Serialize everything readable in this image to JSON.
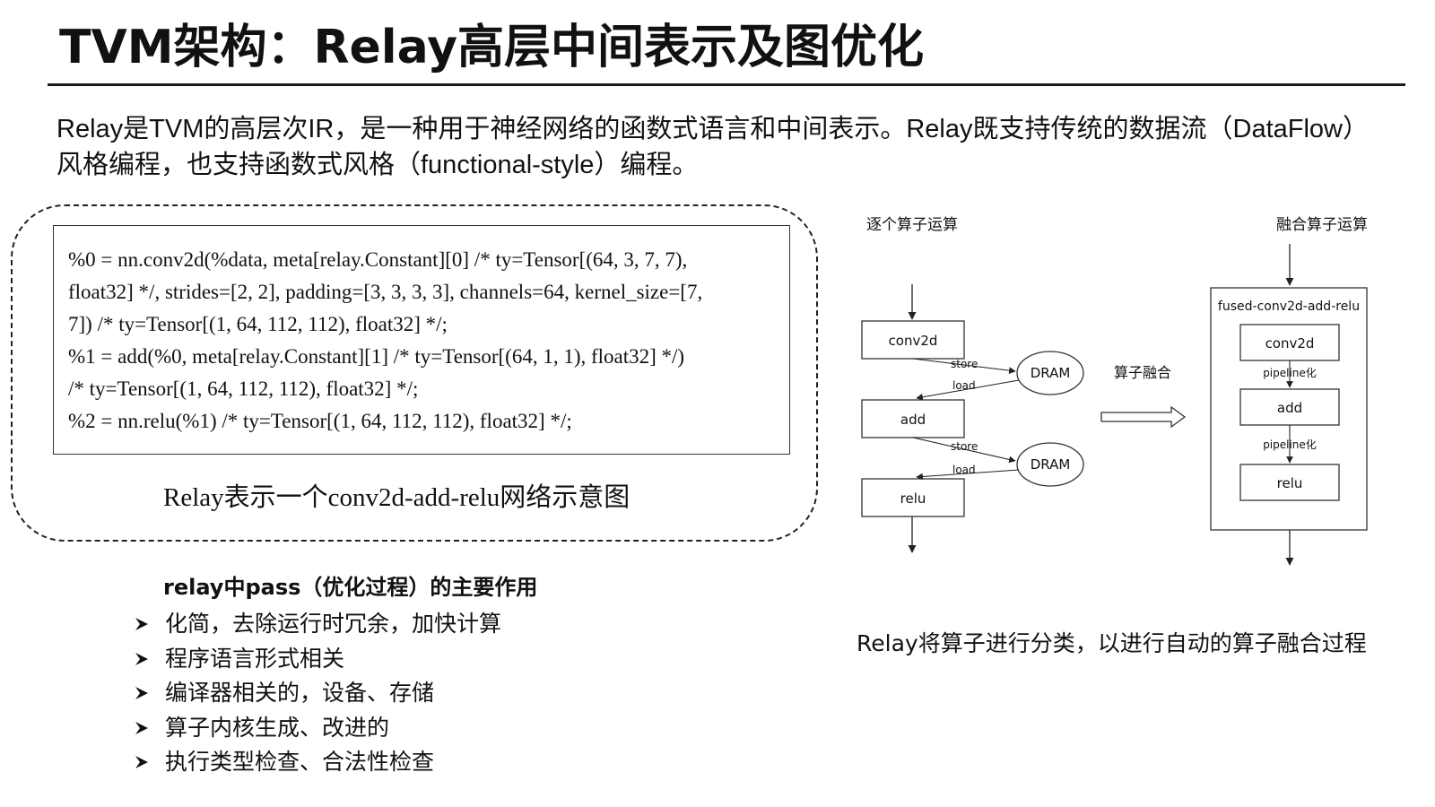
{
  "slide": {
    "title": "TVM架构：Relay高层中间表示及图优化",
    "intro_line1": "Relay是TVM的高层次IR，是一种用于神经网络的函数式语言和中间表示。Relay既支持传统的数据流（DataFlow）",
    "intro_line2": "风格编程，也支持函数式风格（functional-style）编程。"
  },
  "code": {
    "lines": [
      "  %0 = nn.conv2d(%data, meta[relay.Constant][0] /* ty=Tensor[(64, 3, 7, 7),",
      "float32] */, strides=[2, 2], padding=[3, 3, 3, 3], channels=64, kernel_size=[7,",
      "7]) /* ty=Tensor[(1, 64, 112, 112), float32] */;",
      "  %1 = add(%0, meta[relay.Constant][1] /* ty=Tensor[(64, 1, 1), float32] */)",
      "/* ty=Tensor[(1, 64, 112, 112), float32] */;",
      "  %2 = nn.relu(%1) /* ty=Tensor[(1, 64, 112, 112), float32] */;"
    ],
    "caption": "Relay表示一个conv2d-add-relu网络示意图"
  },
  "passes": {
    "heading": "relay中pass（优化过程）的主要作用",
    "items": [
      "化简，去除运行时冗余，加快计算",
      "程序语言形式相关",
      "编译器相关的，设备、存储",
      "算子内核生成、改进的",
      "执行类型检查、合法性检查"
    ]
  },
  "diagram": {
    "left_title": "逐个算子运算",
    "right_title": "融合算子运算",
    "fusion_label": "算子融合",
    "fused_name": "fused-conv2d-add-relu",
    "ops": [
      "conv2d",
      "add",
      "relu"
    ],
    "memory": "DRAM",
    "store": "store",
    "load": "load",
    "pipeline": "pipeline化",
    "caption": "Relay将算子进行分类，以进行自动的算子融合过程"
  }
}
